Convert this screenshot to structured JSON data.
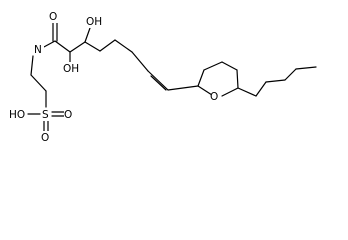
{
  "molecule": {
    "atoms": {
      "amide_oxygen": "O",
      "hydroxyl_3": "OH",
      "amide_nitrogen": "N",
      "hydroxyl_2": "OH",
      "ring_oxygen": "O",
      "sulfonic_hydroxyl": "HO",
      "sulfur": "S",
      "sulfonyl_oxygen_right": "O",
      "sulfonyl_oxygen_bottom": "O"
    }
  }
}
